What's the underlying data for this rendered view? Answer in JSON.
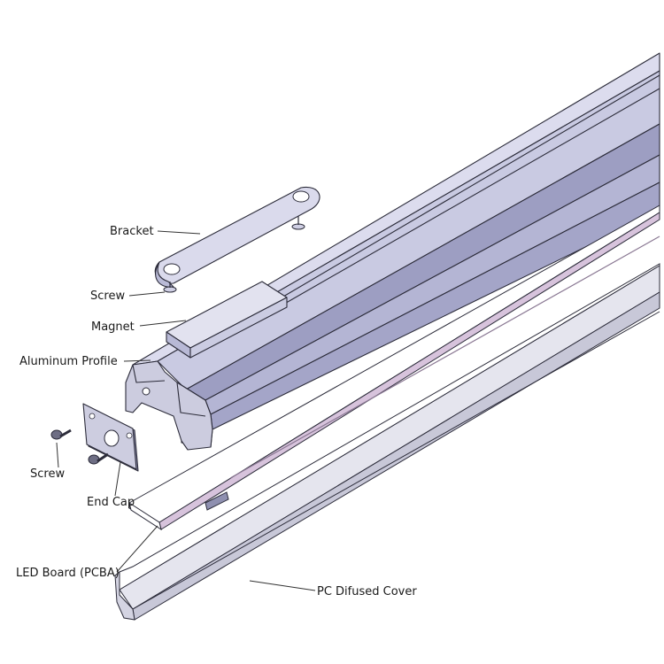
{
  "labels": {
    "bracket": "Bracket",
    "screw_top": "Screw",
    "magnet": "Magnet",
    "aluminum_profile": "Aluminum Profile",
    "screw_bottom": "Screw",
    "end_cap": "End Cap",
    "led_board": "LED Board (PCBA)",
    "pc_cover": "PC Difused Cover"
  },
  "colors": {
    "profile_light": "#d4d5ea",
    "profile_mid": "#b7b8d6",
    "profile_dark": "#8e8fb4",
    "led_board": "#e3d3e6",
    "cover": "#e2e2ea",
    "outline": "#2c2c3a"
  }
}
